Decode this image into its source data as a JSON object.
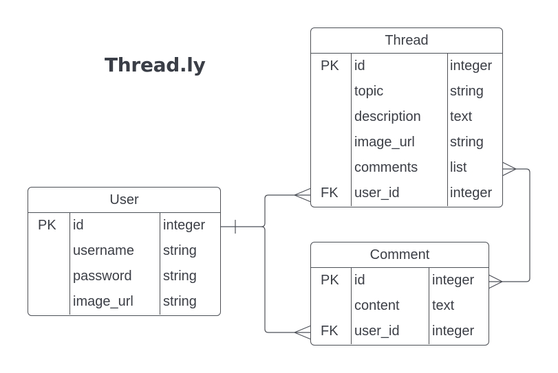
{
  "diagram": {
    "title": "Thread.ly",
    "entities": {
      "user": {
        "name": "User",
        "rows": [
          {
            "key": "PK",
            "field": "id",
            "type": "integer"
          },
          {
            "key": "",
            "field": "username",
            "type": "string"
          },
          {
            "key": "",
            "field": "password",
            "type": "string"
          },
          {
            "key": "",
            "field": "image_url",
            "type": "string"
          }
        ]
      },
      "thread": {
        "name": "Thread",
        "rows": [
          {
            "key": "PK",
            "field": "id",
            "type": "integer"
          },
          {
            "key": "",
            "field": "topic",
            "type": "string"
          },
          {
            "key": "",
            "field": "description",
            "type": "text"
          },
          {
            "key": "",
            "field": "image_url",
            "type": "string"
          },
          {
            "key": "",
            "field": "comments",
            "type": "list"
          },
          {
            "key": "FK",
            "field": "user_id",
            "type": "integer"
          }
        ]
      },
      "comment": {
        "name": "Comment",
        "rows": [
          {
            "key": "PK",
            "field": "id",
            "type": "integer"
          },
          {
            "key": "",
            "field": "content",
            "type": "text"
          },
          {
            "key": "FK",
            "field": "user_id",
            "type": "integer"
          }
        ]
      }
    },
    "relationships": [
      {
        "from": "User.id",
        "from_cardinality": "one",
        "to": "Thread.user_id",
        "to_cardinality": "many"
      },
      {
        "from": "User.id",
        "from_cardinality": "one",
        "to": "Comment.user_id",
        "to_cardinality": "many"
      },
      {
        "from": "Thread.comments",
        "from_cardinality": "many",
        "to": "Comment.id",
        "to_cardinality": "many"
      }
    ],
    "colors": {
      "line": "#4b4f56",
      "text": "#3a3e46"
    }
  }
}
